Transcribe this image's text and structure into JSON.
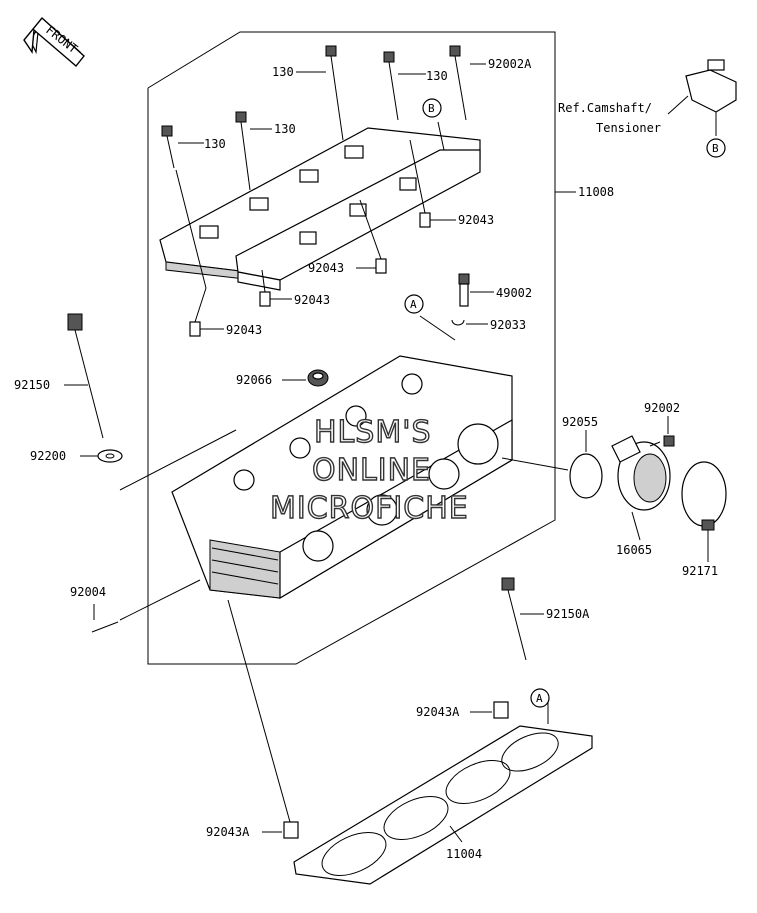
{
  "front_arrow": {
    "label": "FRONT"
  },
  "reference": {
    "line1": "Ref.Camshaft/",
    "line2": "Tensioner"
  },
  "callouts": {
    "A": "A",
    "B": "B"
  },
  "parts": {
    "p130_a": "130",
    "p130_b": "130",
    "p130_c": "130",
    "p130_d": "130",
    "p92002A": "92002A",
    "p11008": "11008",
    "p92043_a": "92043",
    "p92043_b": "92043",
    "p92043_c": "92043",
    "p92043_d": "92043",
    "p49002": "49002",
    "p92033": "92033",
    "p92150": "92150",
    "p92066": "92066",
    "p92200": "92200",
    "p92055": "92055",
    "p92002": "92002",
    "p16065": "16065",
    "p92171": "92171",
    "p92004": "92004",
    "p92150A": "92150A",
    "p92043A_a": "92043A",
    "p92043A_b": "92043A",
    "p11004": "11004"
  },
  "watermark": {
    "line1": "HLSM'S",
    "line2": "ONLINE",
    "line3": "MICROFICHE"
  }
}
